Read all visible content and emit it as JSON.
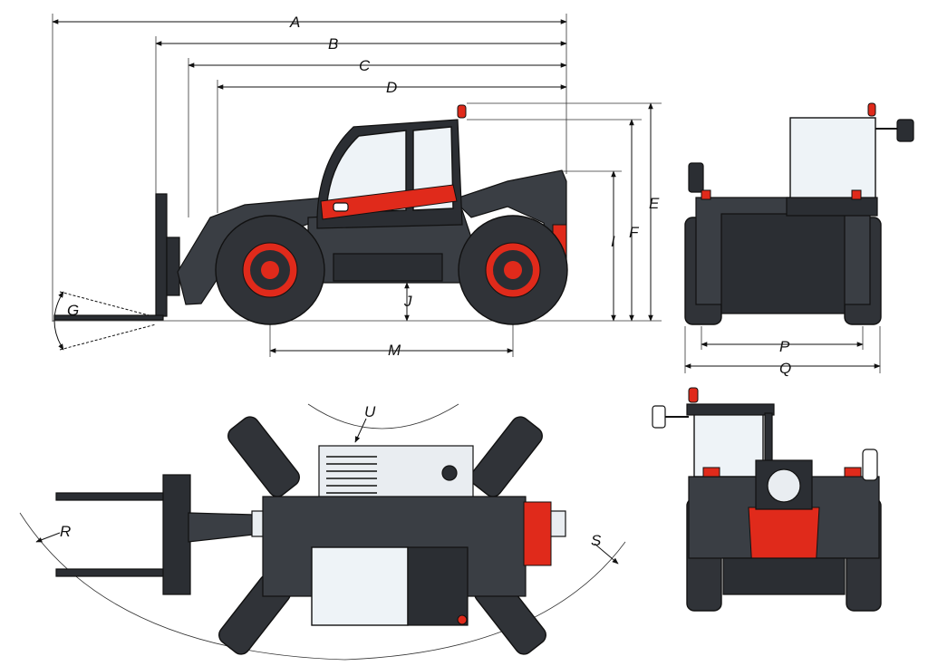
{
  "colors": {
    "body": "#3a3e44",
    "accent": "#e02a1b",
    "glass": "#eef3f7",
    "line": "#111111"
  },
  "dimension_labels": {
    "A": "A",
    "B": "B",
    "C": "C",
    "D": "D",
    "E": "E",
    "F": "F",
    "I": "I",
    "J": "J",
    "G": "G",
    "M": "M",
    "P": "P",
    "Q": "Q",
    "R": "R",
    "S": "S",
    "U": "U"
  }
}
